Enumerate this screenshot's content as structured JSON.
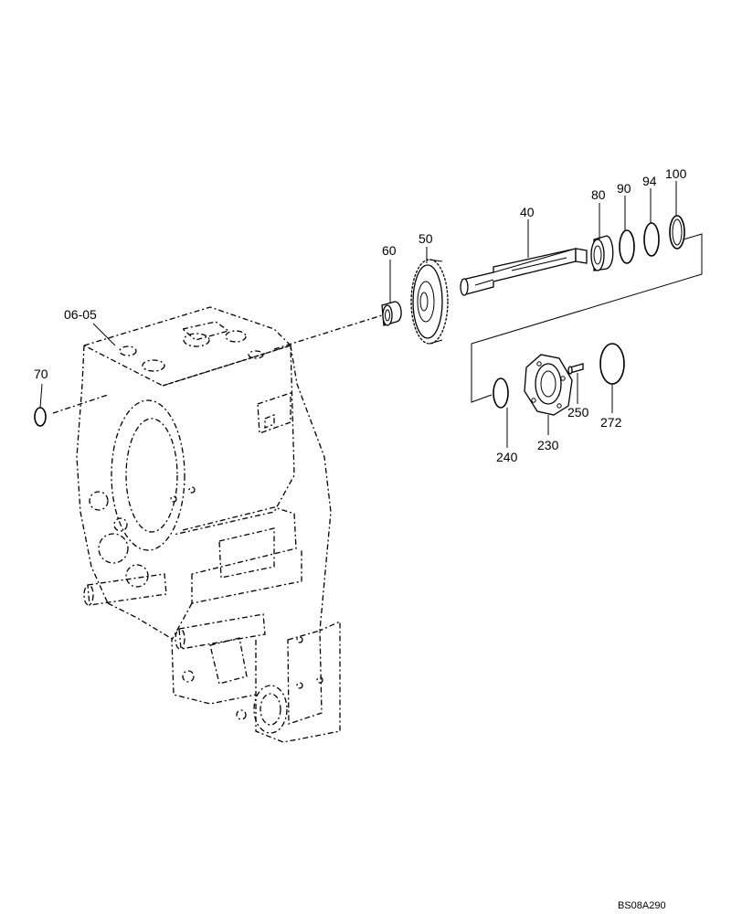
{
  "diagram": {
    "drawing_code": "BS08A290",
    "callouts": [
      {
        "id": "c0605",
        "text": "06-05",
        "part": "transmission-housing"
      },
      {
        "id": "c70",
        "text": "70",
        "part": "o-ring"
      },
      {
        "id": "c60",
        "text": "60",
        "part": "bearing"
      },
      {
        "id": "c50",
        "text": "50",
        "part": "gear"
      },
      {
        "id": "c40",
        "text": "40",
        "part": "shaft"
      },
      {
        "id": "c80",
        "text": "80",
        "part": "tapered-bearing"
      },
      {
        "id": "c90",
        "text": "90",
        "part": "shim-ring"
      },
      {
        "id": "c94",
        "text": "94",
        "part": "shim-ring"
      },
      {
        "id": "c100",
        "text": "100",
        "part": "snap-ring"
      },
      {
        "id": "c240",
        "text": "240",
        "part": "o-ring"
      },
      {
        "id": "c230",
        "text": "230",
        "part": "cover"
      },
      {
        "id": "c250",
        "text": "250",
        "part": "screw"
      },
      {
        "id": "c272",
        "text": "272",
        "part": "o-ring"
      }
    ]
  }
}
